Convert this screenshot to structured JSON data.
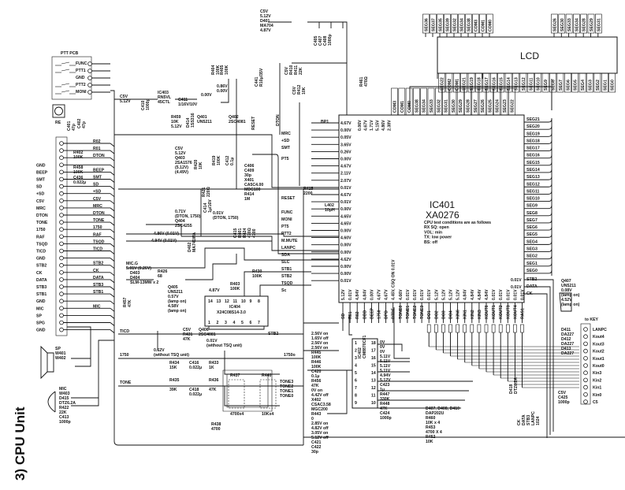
{
  "title": "3) CPU Unit",
  "ptt_pcb": {
    "label": "PTT PCB",
    "switches": [
      "FUNC",
      "PTT1",
      "GND",
      "PTT2",
      "MONI"
    ]
  },
  "encoder": {
    "label": "RE"
  },
  "connector": {
    "left_labels": [
      "",
      "",
      "",
      "GND",
      "BEEP",
      "SMT",
      "SD",
      "+SD",
      "C5V",
      "MRC",
      "DTON",
      "TONE",
      "1750",
      "RAF",
      "TSQD",
      "TICD",
      "GND",
      "STB2",
      "CK",
      "DATA",
      "STB3",
      "STB1",
      "GND",
      "MIC",
      "SP",
      "SPG",
      "GND"
    ],
    "right_labels": [
      "R02",
      "R01",
      "DTON",
      "",
      "BEEP",
      "SMT",
      "SD",
      "+SD",
      "C5V",
      "MRC",
      "DTON",
      "TONE",
      "1750",
      "RAF",
      "TSQD",
      "TICD",
      "",
      "STB2",
      "CK",
      "DATA",
      "STB3",
      "STB1",
      "",
      "MIC",
      "",
      "",
      ""
    ]
  },
  "ic401": {
    "ref": "IC401",
    "part": "XA0276",
    "notes": [
      "CPU test conditions are as follows",
      "RX SQ:  open",
      "VOL:  min",
      "TX:  low power",
      "BS:  off"
    ],
    "left_voltages": [
      "4.67V",
      "0.00V",
      "0.05V",
      "3.65V",
      "0.26V",
      "0.00V",
      "4.67V",
      "2.11V",
      "2.07V",
      "0.01V",
      "4.67V",
      "0.01V",
      "0.00V",
      "4.65V",
      "4.65V",
      "0.00V",
      "4.60V",
      "0.00V",
      "0.00V",
      "4.62V",
      "0.00V",
      "0.00V",
      "0.01V"
    ],
    "input_signals": [
      "BP1",
      "MRC",
      "+SD",
      "SMT",
      "PT5",
      "RESET",
      "FUNC",
      "MONI",
      "PT5",
      "PTT2",
      "M.MUTE",
      "LANPC",
      "SDA",
      "SLC",
      "STB1",
      "STB2",
      "TSQD",
      "Sc"
    ],
    "top_voltages": [
      "0.06V",
      "4.67V",
      "1.71V",
      "5.15V",
      "4.86V",
      "2.38V"
    ],
    "top_pins": [
      "COM3",
      "COM1",
      "COM0",
      "SEG38",
      "SEG34",
      "SEG33",
      "SEG32",
      "SEG31",
      "SEG30",
      "SEG29",
      "SEG28",
      "SEG27",
      "SEG26",
      "SEG25",
      "SEG24",
      "SEG23",
      "SEG22"
    ],
    "right_pins": [
      "SEG21",
      "SEG20",
      "SEG19",
      "SEG18",
      "SEG17",
      "SEG16",
      "SEG15",
      "SEG14",
      "SEG13",
      "SEG12",
      "SEG11",
      "SEG10",
      "SEG9",
      "SEG8",
      "SEG7",
      "SEG6",
      "SEG5",
      "SEG4",
      "SEG3",
      "SEG2",
      "SEG1",
      "SEG0"
    ],
    "right_lower_pins": [
      "STB2",
      "DATA",
      "CK"
    ],
    "right_lower_voltages": [
      "0.01V",
      "0.01V",
      ""
    ],
    "bottom_voltages": [
      "5.12V",
      "0.01V",
      "4.84V",
      "4.84V",
      "0.00V",
      "4.67V",
      "4.67V",
      "4.45V, CSQ ON 0.01V",
      "4.66V",
      "0.01V",
      "0.01V",
      "0.01V",
      "0.01V",
      "5.12V",
      "5.12V",
      "5.12V",
      "5.12V",
      "4.84V",
      "4.84V",
      "4.84V",
      "4.84V",
      "0.01V",
      "0.01V",
      "0.01V",
      "0.01V",
      "0.01V"
    ],
    "bottom_pins": [
      "SD",
      "R01",
      "R02",
      "DBD",
      "BEEP",
      "1750",
      "DPD",
      "DTDE",
      "TONE0",
      "TONE1",
      "TONE2",
      "TONE3",
      "DO1",
      "DO2",
      "DO3",
      "DO4",
      "KIN0",
      "KIN1",
      "KIN2",
      "KIN3",
      "KOUT0",
      "KOUT1",
      "KOUT2",
      "KOUT3",
      "KOUT4",
      "RAS1"
    ]
  },
  "lcd": {
    "label": "LCD",
    "top_pins": [
      "SEG36",
      "SEG37",
      "SEG35",
      "SEG39",
      "SEG32",
      "SEG34",
      "SEG38",
      "COM3",
      "COM1",
      "COM0",
      "SEG26",
      "SEG30",
      "SEG33",
      "SEG34",
      "SEG28",
      "SEG29",
      "SEG31"
    ],
    "bottom_pins": [
      "SEG22",
      "COM2",
      "COM1",
      "SEG21",
      "SEG19",
      "SEG18",
      "SEG17",
      "SEG16",
      "SEG15",
      "SEG14",
      "SEG13",
      "SEG12",
      "SEG11",
      "SEG10",
      "SEG9",
      "SEG8",
      "SEG7",
      "SEG6",
      "SEG5",
      "SEG4",
      "SEG3",
      "SEG2",
      "SEG1",
      "SEG0"
    ]
  },
  "key_connector": {
    "label": "to KEY",
    "pins": [
      "LANPC",
      "Kout4",
      "Kout3",
      "Kout2",
      "Kout1",
      "Kout0",
      "Kin3",
      "Kin2",
      "Kin1",
      "Kin0",
      "C5"
    ]
  },
  "components": {
    "c401": [
      "C401",
      "47p"
    ],
    "c402": [
      "C402",
      "47p"
    ],
    "r402": [
      "R402",
      "100K"
    ],
    "r458": [
      "R458",
      "100K"
    ],
    "c436": [
      "C436",
      "0.022μ"
    ],
    "c5v_in": [
      "C5V",
      "5.12V"
    ],
    "c410": [
      "C410",
      "1000p"
    ],
    "ic403": [
      "IC403",
      "RN5VL",
      "45CTL"
    ],
    "c411": [
      "C411",
      "1/16V/10V"
    ],
    "r459": [
      "R459",
      "10K",
      "5.12V"
    ],
    "d414": [
      "D414",
      "1SS316"
    ],
    "q401": [
      "Q401",
      "UN5211"
    ],
    "q401v": [
      "0.00V"
    ],
    "q402": [
      "Q402",
      "2SC4081"
    ],
    "q402v": [
      "0.86V",
      "0.00V"
    ],
    "r404": [
      "R404",
      "100K"
    ],
    "r405": [
      "R405",
      "100K"
    ],
    "c441": [
      "C441",
      "R10μ/35V"
    ],
    "reset1": [
      "RESET"
    ],
    "dton1": [
      "DTON"
    ],
    "d401": [
      "C5V",
      "5.12V",
      "D401",
      "MA704",
      "4.87V"
    ],
    "c405": [
      "C405",
      "C407",
      "C408",
      "1000p"
    ],
    "r410": [
      "C5V",
      "R410",
      "R411",
      "22K"
    ],
    "r412": [
      "C5V",
      "R412",
      "10K"
    ],
    "r461": [
      "R461",
      "470Ω"
    ],
    "q403": [
      "C5V",
      "5.12V",
      "Q403",
      "2SA1576",
      "(5.12V)",
      "(4.49V)"
    ],
    "r420": [
      "R420",
      "10K"
    ],
    "r419": [
      "R419",
      "100K"
    ],
    "c412": [
      "C412",
      "0.1μ"
    ],
    "r421": [
      "R421",
      "220Ω"
    ],
    "c414": [
      "C414",
      "1μ/16V"
    ],
    "q404": [
      "0.71V",
      "(DTON, 1750)",
      "Q404",
      "2SC4255"
    ],
    "q404v": [
      "0.01V",
      "(DTON, 1750)"
    ],
    "c415": [
      "C415",
      "R401",
      "R424",
      "470Ω",
      "4700"
    ],
    "c406": [
      "C406",
      "C409",
      "30p",
      "X401",
      "CA5C4.00",
      "MDC100",
      "R414",
      "1M"
    ],
    "r415": [
      "R415",
      "2200"
    ],
    "l402": [
      "L402",
      "10μH"
    ],
    "ptt2v": [
      "4.86V (0.01V)"
    ],
    "ptt1v": [
      "4.94V (0.01V)"
    ],
    "mic_g": [
      "MIC.G",
      "5.01V (0.26V)"
    ],
    "d402": [
      "D402",
      "MA741WA"
    ],
    "d403": [
      "D403",
      "D404",
      "SLM-13MW x 2"
    ],
    "r426": [
      "R426",
      "68"
    ],
    "q405": [
      "Q405",
      "UN5211",
      "0.57V",
      "(lamp on)",
      "4.58V",
      "(lamp on)"
    ],
    "r457": [
      "R457",
      "47K"
    ],
    "ic404": [
      "IC404",
      "X24C08S14-3.0",
      "4.87V",
      "R403",
      "100K",
      "R430",
      "100K"
    ],
    "q406": [
      "C5V",
      "R431",
      "47K",
      "Q406",
      "2SC4081",
      "0.01V",
      "(without TSQ unit)",
      "0.62V",
      "(without TSQ unit)"
    ],
    "tsqd": [
      "TICD",
      "1750",
      "TONE",
      "STB2",
      "1750o"
    ],
    "r434": [
      "R434",
      "15K",
      "C416",
      "0.022μ",
      "R433",
      "1K"
    ],
    "r435": [
      "R435",
      "39K",
      "C418",
      "0.022μ",
      "R436",
      "47K"
    ],
    "r437": [
      "R437",
      "4700x4",
      "R440",
      "10Kx4",
      "R438",
      "4700"
    ],
    "tones": [
      "TONE3",
      "TONE2",
      "TONE1",
      "TONE0"
    ],
    "sp": [
      "SP",
      "W401",
      "W402"
    ],
    "mic": [
      "MIC",
      "W403",
      "D415",
      "DTZ6.2A",
      "R422",
      "22K",
      "C413",
      "1000p"
    ],
    "ic402": [
      "IC402",
      "CM8870CF1"
    ],
    "ic402v": [
      "2.56V on",
      "1.65V off",
      "2.56V on",
      "2.56V on",
      "R445",
      "100K",
      "R446",
      "100K",
      "C420",
      "0.1μ",
      "R456",
      "47K",
      "0V on",
      "4.42V off",
      "X402",
      "CSAC3.58",
      "MGC200",
      "R443",
      "0",
      "2.85V on",
      "4.82V off",
      "3.05V on",
      "5.12V off",
      "C421",
      "C422",
      "30p"
    ],
    "ic402r": [
      "0V",
      "0V",
      "0V",
      "5.11V",
      "5.11V",
      "5.11V",
      "5.11V",
      "4.94V",
      "5.12V",
      "C423",
      "1μ",
      "R447",
      "330K",
      "R448",
      "47K",
      "C424",
      "1000p"
    ],
    "d407": [
      "D407, D408, D410",
      "DAP202U",
      "R460",
      "10K x 4",
      "R453",
      "4700 X 4",
      "R452",
      "10K"
    ],
    "q407": [
      "Q407",
      "UN5211",
      "0.08V",
      "(lamp on)",
      "4.52V",
      "(lamp on)"
    ],
    "d411": [
      "D411",
      "DA227",
      "D412",
      "DA227",
      "D413",
      "DA227"
    ],
    "c425": [
      "C5V",
      "C425",
      "1000p"
    ],
    "d418": [
      "D418",
      "DTZ6.2A"
    ],
    "bottom_bus": [
      "CK",
      "DATA",
      "STB3",
      "LANPC",
      "1024"
    ]
  },
  "colors": {
    "ink": "#111111",
    "paper": "#ffffff"
  }
}
